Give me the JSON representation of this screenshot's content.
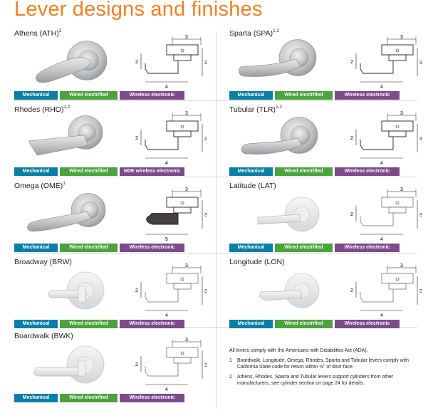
{
  "page": {
    "title": "Lever designs and finishes"
  },
  "colors": {
    "title": "#f47f24",
    "mechanical": "#0a7fa6",
    "wired": "#4ba23e",
    "wireless": "#7d4a8c",
    "rule": "#d6d6d6"
  },
  "levers": [
    {
      "name": "Athens (ATH)",
      "sup": "2",
      "dims": {
        "top": "3",
        "left": "2",
        "right": "3",
        "bottom": "4"
      },
      "badges": {
        "mechanical": "Mechanical",
        "wired": "Wired electrified",
        "wireless": "Wireless electronic"
      }
    },
    {
      "name": "Sparta (SPA)",
      "sup": "1,2",
      "dims": {
        "top": "3",
        "left": "2",
        "right": "3",
        "bottom": "4"
      },
      "badges": {
        "mechanical": "Mechanical",
        "wired": "Wired electrified",
        "wireless": "Wireless electronic"
      }
    },
    {
      "name": "Rhodes (RHO)",
      "sup": "1,2",
      "dims": {
        "top": "3",
        "left": "2",
        "right": "2",
        "bottom": "4"
      },
      "badges": {
        "mechanical": "Mechanical",
        "wired": "Wired electrified",
        "wireless": "NDE wireless electronic"
      }
    },
    {
      "name": "Tubular (TLR)",
      "sup": "1,2",
      "dims": {
        "top": "3",
        "left": "2",
        "right": "3",
        "bottom": "4"
      },
      "badges": {
        "mechanical": "Mechanical",
        "wired": "Wired electrified",
        "wireless": "Wireless electronic"
      }
    },
    {
      "name": "Omega (OME)",
      "sup": "1",
      "dims": {
        "top": "3",
        "left": "",
        "right": "3",
        "bottom": "5"
      },
      "badges": {
        "mechanical": "Mechanical",
        "wired": "Wired electrified",
        "wireless": "Wireless electronic"
      }
    },
    {
      "name": "Latitude (LAT)",
      "sup": "",
      "dims": {
        "top": "3",
        "left": "2",
        "right": "3",
        "bottom": "4"
      },
      "badges": {
        "mechanical": "Mechanical",
        "wired": "Wired electrified",
        "wireless": "Wireless electronic"
      }
    },
    {
      "name": "Broadway (BRW)",
      "sup": "",
      "dims": {
        "top": "3",
        "left": "2",
        "right": "3",
        "bottom": "4"
      },
      "badges": {
        "mechanical": "Mechanical",
        "wired": "Wired electrified",
        "wireless": "Wireless electronic"
      }
    },
    {
      "name": "Longitude (LON)",
      "sup": "",
      "dims": {
        "top": "3",
        "left": "2",
        "right": "3",
        "bottom": "4"
      },
      "badges": {
        "mechanical": "Mechanical",
        "wired": "Wired electrified",
        "wireless": "Wireless electronic"
      }
    },
    {
      "name": "Boardwalk (BWK)",
      "sup": "",
      "dims": {
        "top": "3",
        "left": "2",
        "right": "3",
        "bottom": "4"
      },
      "badges": {
        "mechanical": "Mechanical",
        "wired": "Wired electrified",
        "wireless": "Wireless electronic"
      }
    }
  ],
  "notes": {
    "intro": "All levers comply with the Americans with Disabilities Act (ADA).",
    "items": [
      {
        "num": "1",
        "text": "Boardwalk, Longitude, Omega, Rhodes, Sparta and Tubular levers comply with California State code for return within ½\" of door face."
      },
      {
        "num": "2",
        "text": "Athens, Rhodes, Sparta and Tubular levers support cylinders from other manufacturers, see cylinder section on page 24 for details."
      }
    ]
  }
}
